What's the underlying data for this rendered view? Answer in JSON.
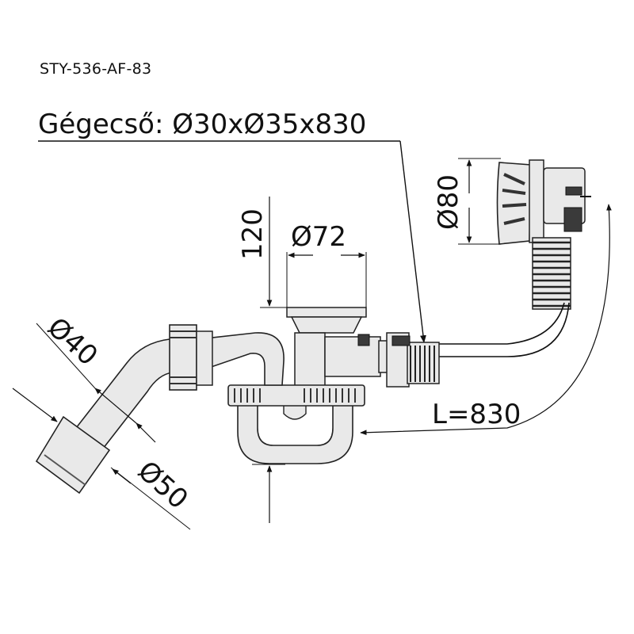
{
  "product_code": "STY-536-AF-83",
  "hose_label": "Gégecső: Ø30xØ35x830",
  "dimensions": {
    "height": "120",
    "outlet_diameter": "Ø72",
    "overflow_diameter": "Ø80",
    "inlet_diameter_1": "Ø40",
    "inlet_diameter_2": "Ø50",
    "length": "L=830"
  }
}
